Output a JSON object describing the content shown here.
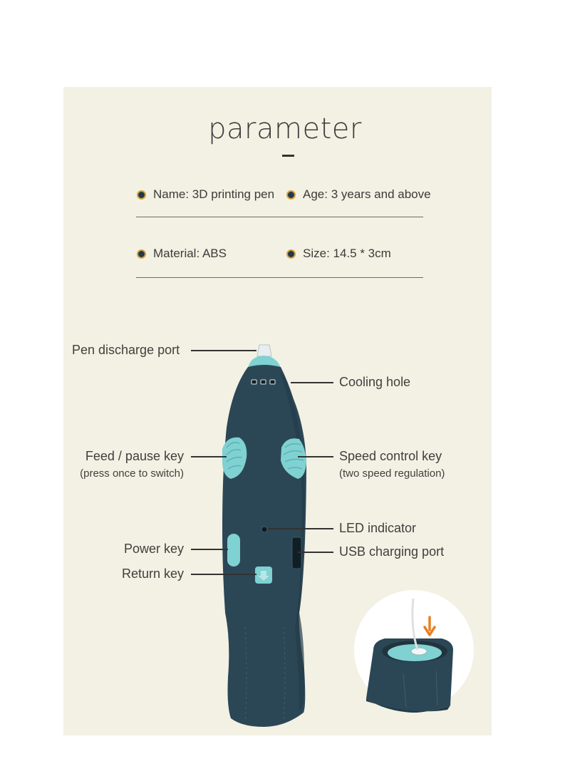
{
  "title": "parameter",
  "params": [
    {
      "text": "Name: 3D printing pen"
    },
    {
      "text": "Age: 3 years and above"
    },
    {
      "text": "Material: ABS"
    },
    {
      "text": "Size: 14.5 * 3cm"
    }
  ],
  "callouts": {
    "discharge": "Pen discharge port",
    "cooling": "Cooling hole",
    "feed": "Feed / pause key",
    "feed_sub": "(press once to switch)",
    "speed": "Speed control key",
    "speed_sub": "(two speed regulation)",
    "led": "LED indicator",
    "power": "Power key",
    "usb": "USB charging port",
    "return": "Return key"
  },
  "colors": {
    "panel": "#f3f1e3",
    "pen_body": "#2b4756",
    "accent": "#7fd1d2",
    "bullet": "#d3a540",
    "arrow": "#e8811f"
  },
  "icons": [
    "bullet-dot-icon",
    "down-arrow-icon"
  ]
}
